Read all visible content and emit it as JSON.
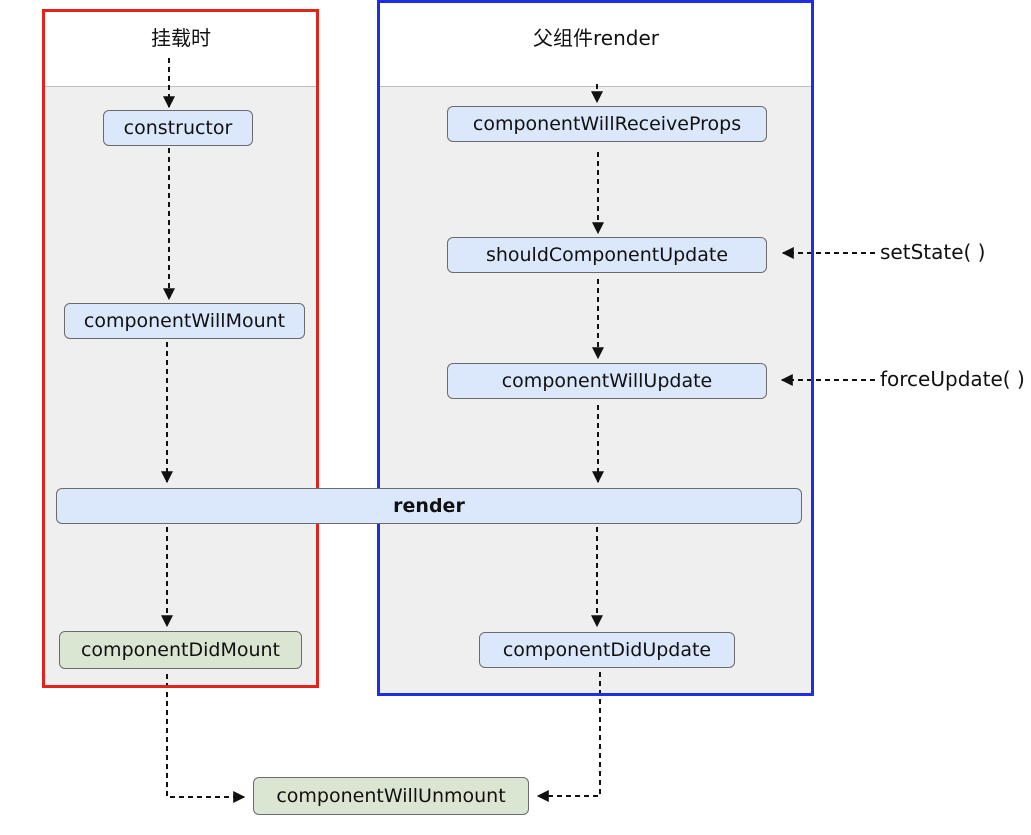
{
  "mount_panel": {
    "title": "挂载时",
    "border_color": "#e0241b"
  },
  "update_panel": {
    "title": "父组件render",
    "border_color": "#1d2fe0"
  },
  "nodes": {
    "constructor": "constructor",
    "componentWillMount": "componentWillMount",
    "render": "render",
    "componentDidMount": "componentDidMount",
    "componentWillReceiveProps": "componentWillReceiveProps",
    "shouldComponentUpdate": "shouldComponentUpdate",
    "componentWillUpdate": "componentWillUpdate",
    "componentDidUpdate": "componentDidUpdate",
    "componentWillUnmount": "componentWillUnmount"
  },
  "external_triggers": {
    "setState": "setState( )",
    "forceUpdate": "forceUpdate( )"
  },
  "colors": {
    "node_blue": "#dbe8fb",
    "node_green": "#dbe6d2",
    "panel_fill": "#efefef",
    "arrow": "#111111"
  }
}
